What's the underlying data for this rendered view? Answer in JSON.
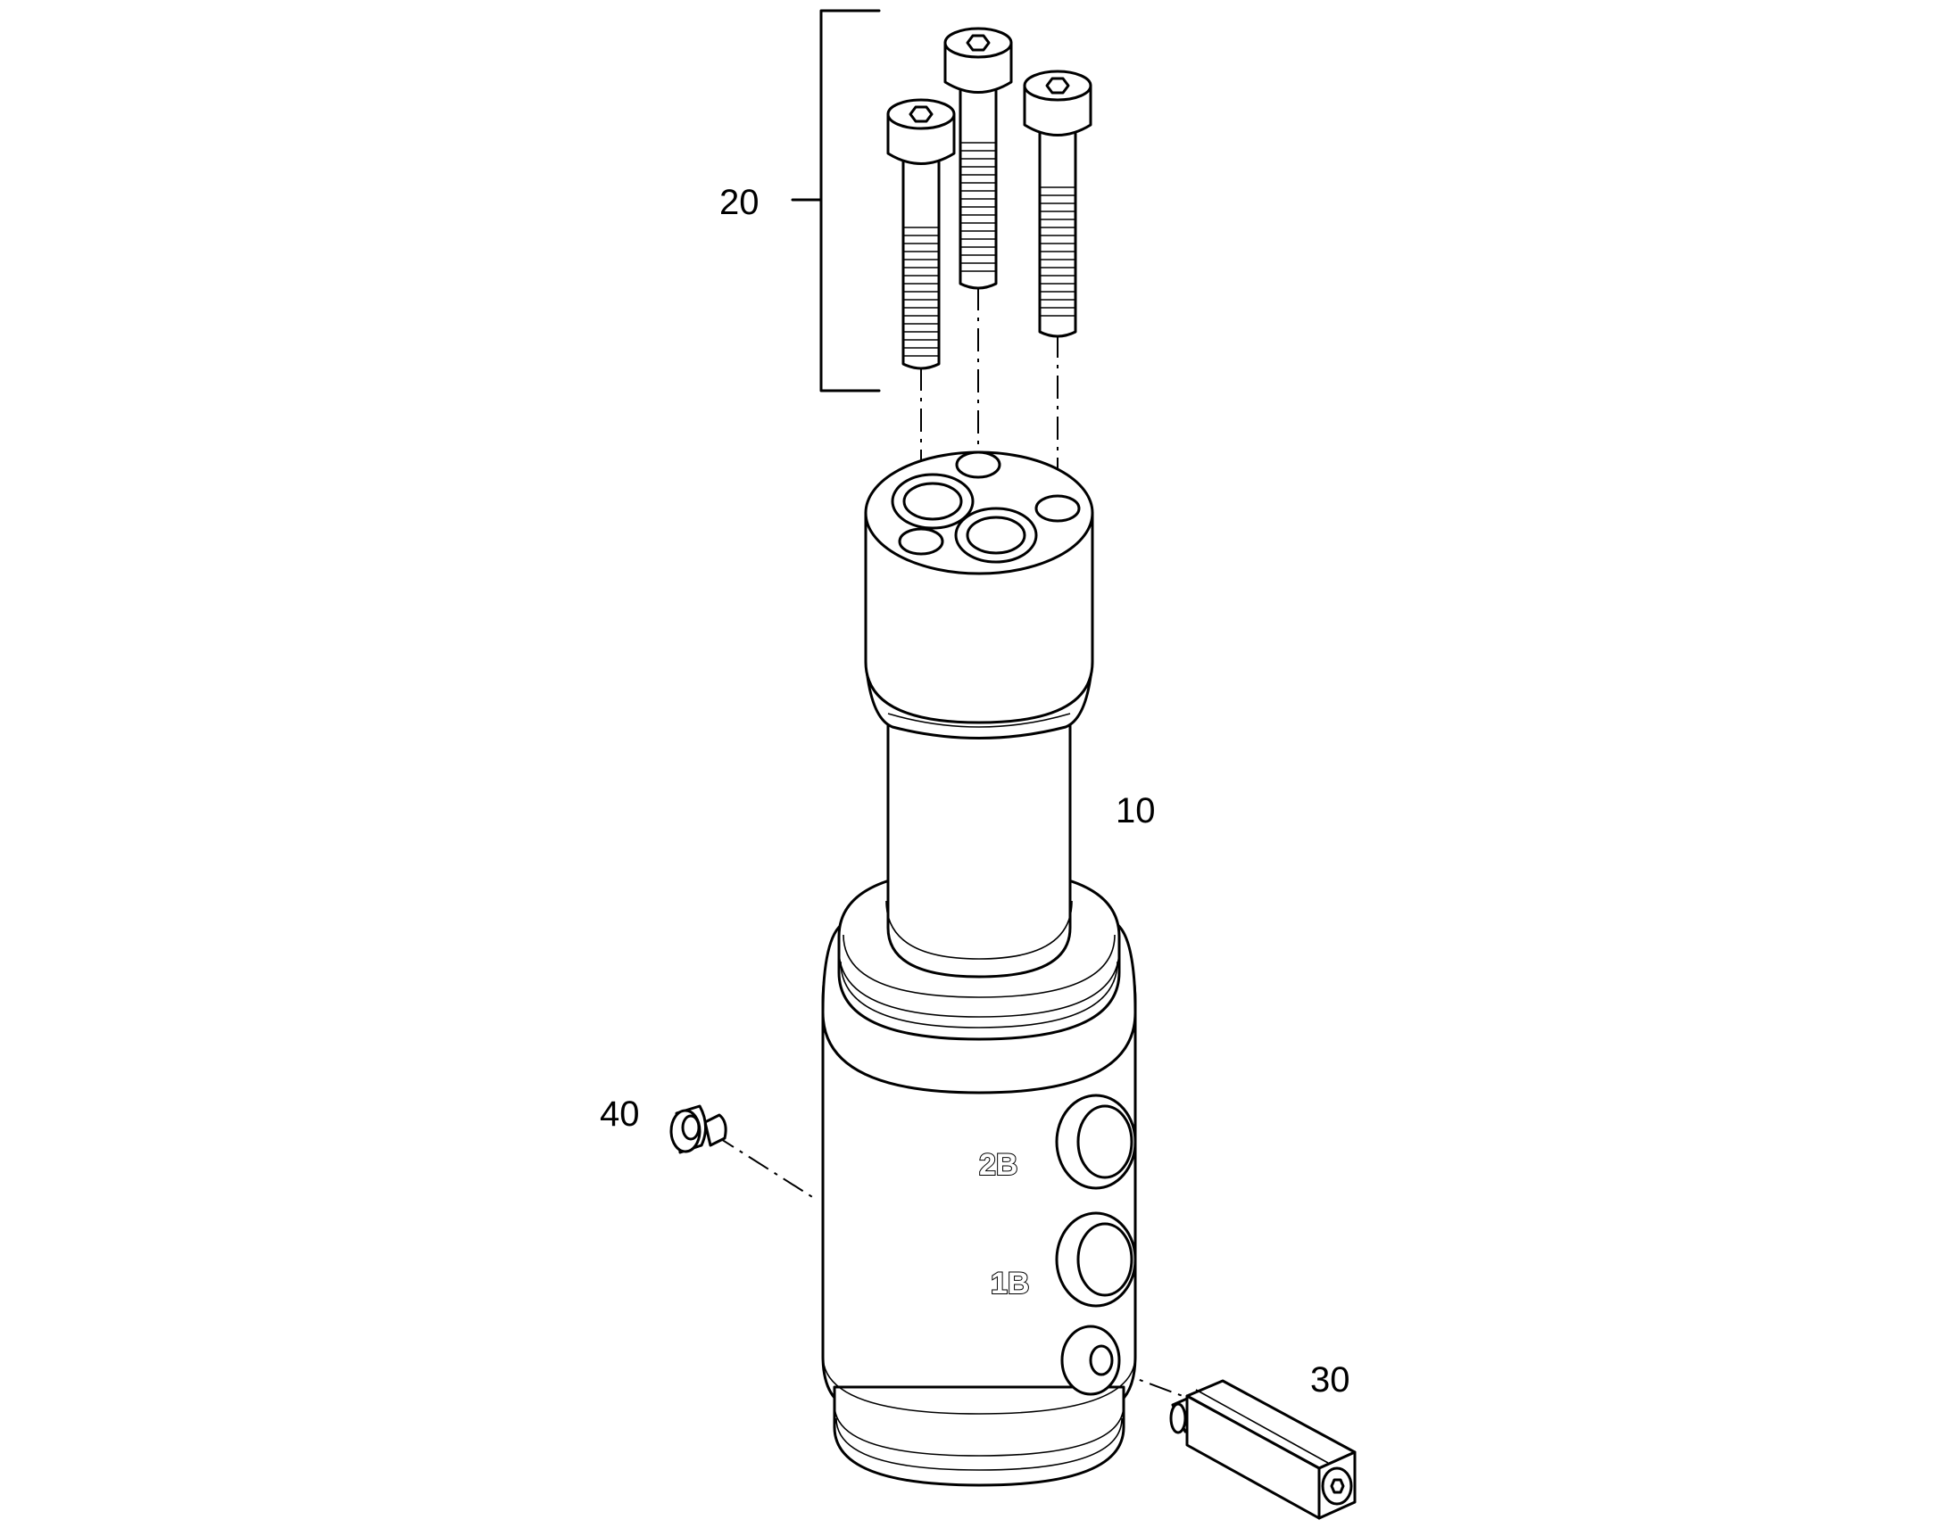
{
  "callouts": {
    "item_10": "10",
    "item_20": "20",
    "item_30": "30",
    "item_40": "40"
  },
  "ports": {
    "port_2b": "2B",
    "port_1b": "1B"
  },
  "colors": {
    "line": "#000000",
    "background": "#ffffff"
  }
}
